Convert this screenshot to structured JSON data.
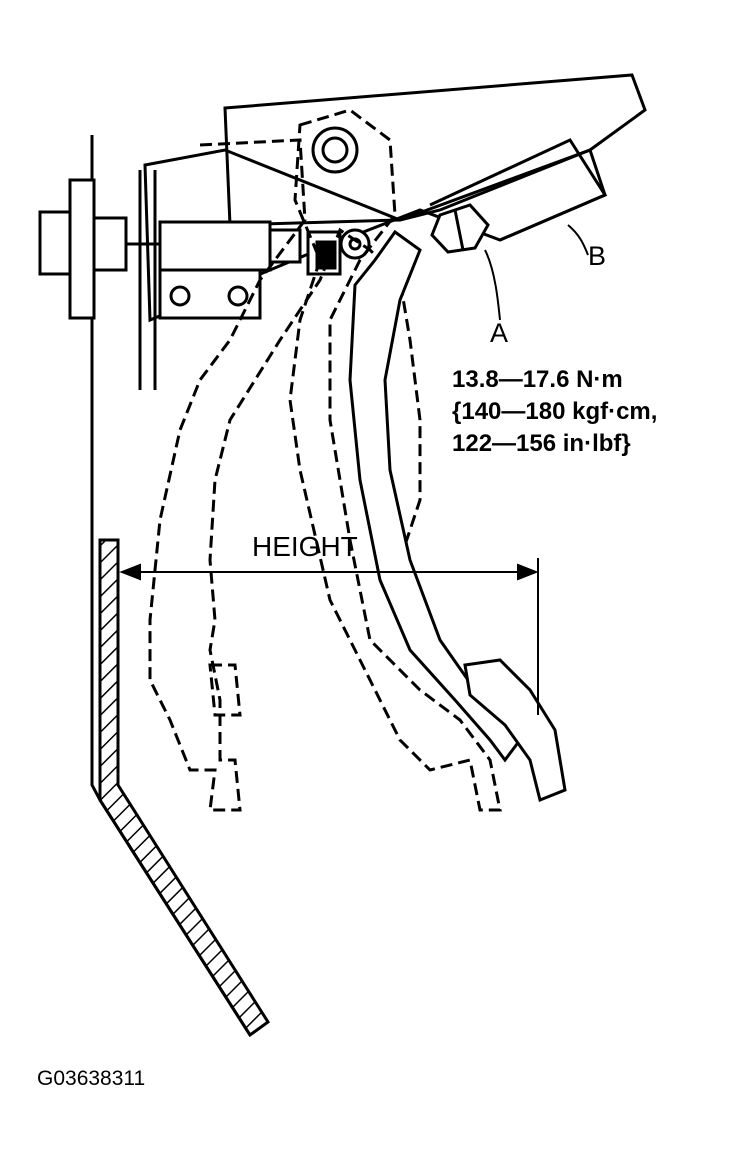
{
  "callouts": {
    "a": "A",
    "b": "B"
  },
  "torque_spec": {
    "line1": "13.8—17.6 N·m",
    "line2": "{140—180 kgf·cm,",
    "line3": "122—156 in·lbf}"
  },
  "dimension_label": "HEIGHT",
  "figure_id": "G03638311"
}
